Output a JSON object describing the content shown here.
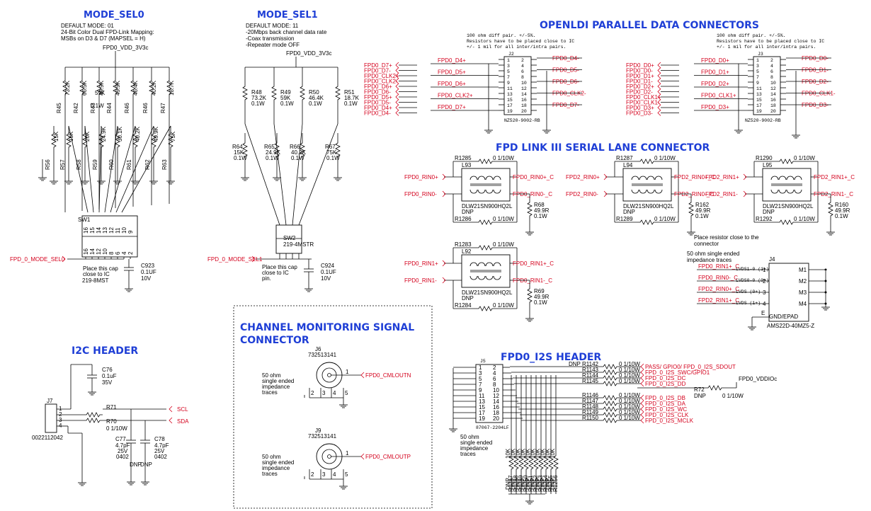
{
  "titles": {
    "mode_sel0": "MODE_SEL0",
    "mode_sel1": "MODE_SEL1",
    "openldi": "OPENLDI PARALLEL DATA CONNECTORS",
    "fpd_link": "FPD LINK III SERIAL LANE CONNECTOR",
    "channel_mon_1": "CHANNEL MONITORING SIGNAL",
    "channel_mon_2": "CONNECTOR",
    "i2c": "I2C HEADER",
    "i2s": "FPD0_I2S HEADER"
  },
  "notes": {
    "mode0": [
      "DEFAULT MODE: 01",
      "24-Bit Color Dual FPD-Link Mapping:",
      "MSBs on D3 & D7 (MAPSEL = H)"
    ],
    "mode1": [
      "DEFAULT MODE: 11",
      "-20Mbps back channel data rate",
      "-Coax transmission",
      "-Repeater mode OFF"
    ],
    "diff": [
      "100 ohm diff pair. +/-5%.",
      "Resistors have to be placed close to IC",
      "+/- 1 mil for all inter/intra pairs."
    ],
    "cap_close": [
      "Place this cap",
      "close to IC"
    ],
    "cap_close_pin": [
      "Place this cap",
      "close to IC",
      "pin."
    ],
    "res_close": [
      "Place resistor close to the",
      "connector"
    ],
    "imp50": [
      "50 ohm single ended",
      "impedance traces"
    ],
    "imp50b": [
      "50 ohm",
      "single ended",
      "impedance",
      "traces"
    ]
  },
  "power": {
    "vdd": "FPD0_VDD_3V3c",
    "vddio": "FPD0_VDDIOc"
  },
  "mode0_res_top": [
    {
      "ref": "R45",
      "val": "73.2K"
    },
    {
      "ref": "R42",
      "val": "66.5K"
    },
    {
      "ref": "R43",
      "val": "49.9K"
    },
    {
      "ref": "R44",
      "val": "49.9K"
    },
    {
      "ref": "R46",
      "val": "46.4K"
    },
    {
      "ref": "R46",
      "val": "40.2K"
    },
    {
      "ref": "R47",
      "val": "18.7K"
    }
  ],
  "mode0_res_top_extra": {
    "pwr": "0.1W",
    "val2": "59K"
  },
  "mode0_res_bot": [
    {
      "ref": "R56",
      "val": "15K"
    },
    {
      "ref": "R57",
      "val": "15K"
    },
    {
      "ref": "R58",
      "val": "20K"
    },
    {
      "ref": "R59",
      "val": "24.9K"
    },
    {
      "ref": "R60",
      "val": "30.1K"
    },
    {
      "ref": "R61",
      "val": "40.2K"
    },
    {
      "ref": "R62",
      "val": "49.9K"
    },
    {
      "ref": "R63",
      "val": "75K"
    }
  ],
  "mode1_res_top": [
    {
      "ref": "R48",
      "val": "73.2K",
      "pwr": "0.1W"
    },
    {
      "ref": "R49",
      "val": "59K",
      "pwr": "0.1W"
    },
    {
      "ref": "R50",
      "val": "46.4K",
      "pwr": "0.1W"
    },
    {
      "ref": "R51",
      "val": "18.7K",
      "pwr": "0.1W"
    }
  ],
  "mode1_res_bot": [
    {
      "ref": "R64",
      "val": "15K",
      "pwr": "0.1W"
    },
    {
      "ref": "R65",
      "val": "24.9K",
      "pwr": "0.1W"
    },
    {
      "ref": "R66",
      "val": "40.2K",
      "pwr": "0.1W"
    },
    {
      "ref": "R67",
      "val": "75K",
      "pwr": "0.1W"
    }
  ],
  "switches": {
    "sw1_ref": "SW1",
    "sw1_part": "219-8MST",
    "sw2_ref": "SW2",
    "sw2_part": "219-4MSTR"
  },
  "caps": {
    "c923": {
      "ref": "C923",
      "val": "0.1UF",
      "v": "10V"
    },
    "c924": {
      "ref": "C924",
      "val": "0.1UF",
      "v": "10V"
    },
    "c76": {
      "ref": "C76",
      "val": "0.1uF",
      "v": "35V"
    },
    "c77": {
      "ref": "C77",
      "val": "4.7pF",
      "v": "25V",
      "pkg": "0402",
      "dnp": "DNP"
    },
    "c78": {
      "ref": "C78",
      "val": "4.7pF",
      "v": "25V",
      "pkg": "0402",
      "dnp": "DNP"
    }
  },
  "mode_nets": {
    "sel0": "FPD_0_MODE_SEL0",
    "sel1": "FPD_0_MODE_SEL1"
  },
  "j2": {
    "ref": "J2",
    "part": "NZ520-9002-RB",
    "left_nets": [
      "FPD0_D7+",
      "FPD0_D7-",
      "FPD0_CLK2+",
      "FPD0_CLK2-",
      "FPD0_D6+",
      "FPD0_D6-",
      "FPD0_D5+",
      "FPD0_D5-",
      "FPD0_D4+",
      "FPD0_D4-"
    ],
    "pin_nets_left": [
      "FPD0_D4+",
      "FPD0_D5+",
      "FPD0_D6+",
      "FPD0_CLK2+",
      "FPD0_D7+"
    ],
    "pin_nets_right": [
      "FPD0_D4-",
      "FPD0_D5-",
      "FPD0_D6-",
      "FPD0_CLK2-",
      "FPD0_D7-"
    ]
  },
  "j3": {
    "ref": "J3",
    "part": "NZ520-9002-RB",
    "left_nets": [
      "FPD0_D0+",
      "FPD0_D0-",
      "FPD0_D1+",
      "FPD0_D1-",
      "FPD0_D2+",
      "FPD0_D2-",
      "FPD0_CLK1+",
      "FPD0_CLK1-",
      "FPD0_D3+",
      "FPD0_D3-"
    ],
    "pin_nets_left": [
      "FPD0_D0+",
      "FPD0_D1+",
      "FPD0_D2+",
      "FPD0_CLK1+",
      "FPD0_D3+"
    ],
    "pin_nets_right": [
      "FPD0_D0-",
      "FPD0_D1-",
      "FPD0_D2-",
      "FPD0_CLK1-",
      "FPD0_D3-"
    ]
  },
  "pin_odd": [
    "1",
    "3",
    "5",
    "7",
    "9",
    "11",
    "13",
    "15",
    "17",
    "19"
  ],
  "pin_even": [
    "2",
    "4",
    "6",
    "8",
    "10",
    "12",
    "14",
    "16",
    "18",
    "20"
  ],
  "fpdlink": {
    "chokes": [
      {
        "ref": "L93",
        "part": "DLW21SN900HQ2L",
        "dnp": "DNP",
        "rt": "R1285",
        "rb": "R1286",
        "rval": "0 1/10W",
        "in_p": "FPD0_RIN0+",
        "in_n": "FPD0_RIN0-",
        "out_p": "FPD0_RIN0+_C",
        "out_n": "FPD0_RIN0-_C",
        "term": {
          "ref": "R68",
          "val": "49.9R",
          "pwr": "0.1W"
        }
      },
      {
        "ref": "L94",
        "part": "DLW21SN900HQ2L",
        "dnp": "DNP",
        "rt": "R1287",
        "rb": "R1289",
        "rval": "0 1/10W",
        "in_p": "FPD2_RIN0+",
        "in_n": "FPD2_RIN0-",
        "out_p": "FPD2_RIN0+_C",
        "out_n": "FPD2_RIN0-_C",
        "term": {
          "ref": "R162",
          "val": "49.9R",
          "pwr": "0.1W"
        }
      },
      {
        "ref": "L95",
        "part": "DLW21SN900HQ2L",
        "dnp": "DNP",
        "rt": "R1290",
        "rb": "R1292",
        "rval": "0 1/10W",
        "in_p": "FPD2_RIN1+",
        "in_n": "FPD2_RIN1-",
        "out_p": "FPD2_RIN1+_C",
        "out_n": "FPD2_RIN1-_C",
        "term": {
          "ref": "R160",
          "val": "49.9R",
          "pwr": "0.1W"
        }
      },
      {
        "ref": "L92",
        "part": "DLW21SN900HQ2L",
        "dnp": "DNP",
        "rt": "R1283",
        "rb": "R1284",
        "rval": "0 1/10W",
        "in_p": "FPD0_RIN1+",
        "in_n": "FPD0_RIN1-",
        "out_p": "FPD0_RIN1+_C",
        "out_n": "FPD0_RIN1-_C",
        "term": {
          "ref": "R69",
          "val": "49.9R",
          "pwr": "0.1W"
        }
      }
    ]
  },
  "j4": {
    "ref": "J4",
    "part": "AMS22D-40MZ5-Z",
    "gnd": "GND/EPAD",
    "nets": [
      "FPD0_RIN1+_C",
      "FPD0_RIN0-_C",
      "FPD2_RIN0+_C",
      "FPD2_RIN1+_C"
    ],
    "pins": [
      "1",
      "2",
      "3",
      "4"
    ],
    "sub": [
      "LVDS1-0 (1+)",
      "LVDS0-0 (0+)",
      "LVDS (0+)",
      "LVDS (1+)"
    ],
    "mpins": [
      "M1",
      "M2",
      "M3",
      "M4"
    ],
    "epin": "E"
  },
  "j6": {
    "ref": "J6",
    "part": "732513141",
    "net": "FPD0_CMLOUTN"
  },
  "j9": {
    "ref": "J9",
    "part": "732513141",
    "net": "FPD0_CMLOUTP"
  },
  "coax_pins": [
    "1",
    "2",
    "3",
    "4",
    "5"
  ],
  "j7": {
    "ref": "J7",
    "part": "0022112042",
    "pins": [
      "1",
      "2",
      "3",
      "4"
    ],
    "r71": "R71",
    "r70": "R70",
    "rval": "0 1/10W",
    "nets": [
      "SCL",
      "SDA"
    ]
  },
  "i2s": {
    "ref": "J5",
    "part": "87067-2204LF",
    "res": [
      {
        "ref": "R1142",
        "val": "0 1/10W",
        "net": "PASS/ GPIO0/ FPD_0_I2S_SDOUT",
        "dnp": "DNP"
      },
      {
        "ref": "R1143",
        "val": "0 1/10W",
        "net": "FPD_0_I2S_SWC/GPIO1"
      },
      {
        "ref": "R1144",
        "val": "0 1/10W",
        "net": "FPD_0_I2S_DC"
      },
      {
        "ref": "R1145",
        "val": "0 1/10W",
        "net": "FPD_0_I2S_DD"
      },
      {
        "ref": "R1146",
        "val": "0 1/10W",
        "net": "FPD_0_I2S_DB"
      },
      {
        "ref": "R1147",
        "val": "0 1/10W",
        "net": "FPD_0_I2S_DA"
      },
      {
        "ref": "R1148",
        "val": "0 1/10W",
        "net": "FPD_0_I2S_WC"
      },
      {
        "ref": "R1149",
        "val": "0 1/10W",
        "net": "FPD_0_I2S_CLK"
      },
      {
        "ref": "R1150",
        "val": "0 1/10W",
        "net": "FPD_0_I2S_MCLK"
      }
    ],
    "r72": {
      "ref": "R72",
      "dnp": "DNP",
      "val": "0 1/10W"
    },
    "pull": [
      "R1247",
      "R1248",
      "R1249",
      "R1250",
      "R1251",
      "R1252",
      "R1253",
      "R1254",
      "R1255",
      "R1256"
    ],
    "pull_val": "10K",
    "pull_dnp": "DNP"
  }
}
